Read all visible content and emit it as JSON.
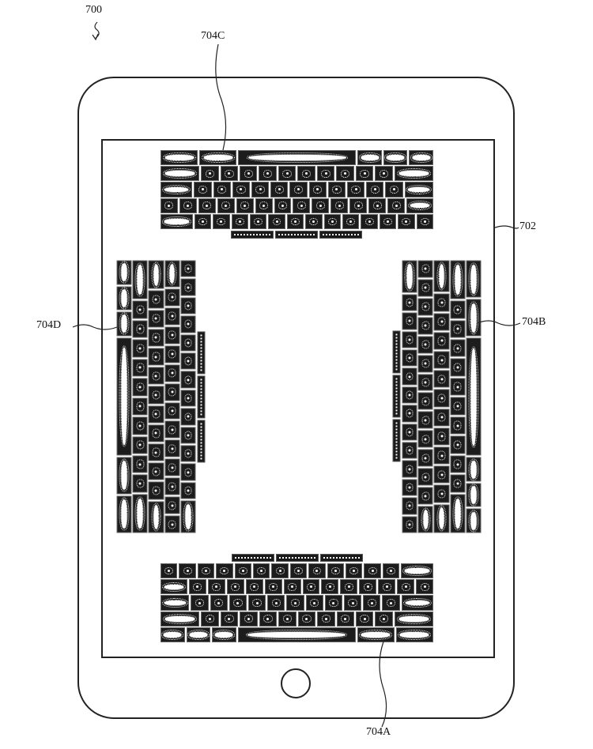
{
  "figure_labels": {
    "figure": "700",
    "device": "702",
    "keyboard_a": "704A",
    "keyboard_b": "704B",
    "keyboard_c": "704C",
    "keyboard_d": "704D"
  }
}
